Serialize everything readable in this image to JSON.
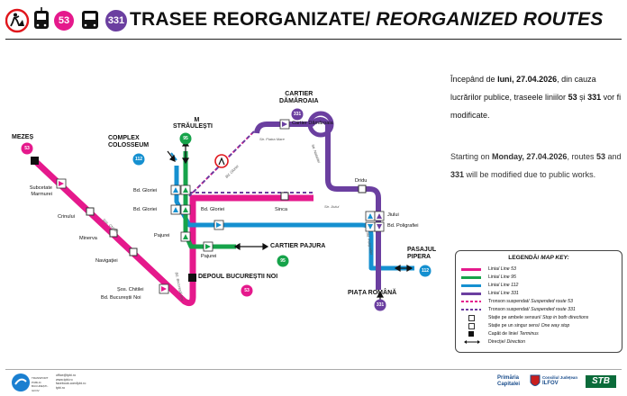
{
  "header": {
    "title_main": "TRASEE REORGANIZATE/",
    "title_italic": "REORGANIZED ROUTES",
    "routes": [
      "53",
      "331"
    ]
  },
  "info": {
    "ro_1": "Începând de",
    "ro_day": "luni",
    "ro_date": ", 27.04.2026",
    "ro_2": ", din cauza lucrărilor publice, traseele liniilor",
    "ro_l1": "53",
    "ro_and": "și",
    "ro_l2": "331",
    "ro_3": "vor fi modificate.",
    "en_1": "Starting on",
    "en_day": "Monday",
    "en_date": ", 27.04.2026",
    "en_2": ", routes",
    "en_l1": "53",
    "en_and": "and",
    "en_l2": "331",
    "en_3": "will be modified due to public works."
  },
  "map": {
    "places": {
      "mezes": "MEZEȘ",
      "m_straulesti_1": "M",
      "m_straulesti_2": "STRĂULEȘTI",
      "complex_1": "COMPLEX",
      "complex_2": "COLOSSEUM",
      "cartier_damaroaia_1": "CARTIER",
      "cartier_damaroaia_2": "DĂMĂROAIA",
      "cartier_pajura": "CARTIER PAJURA",
      "depoul": "DEPOUL BUCUREȘTII NOI",
      "piata_romana": "PIAȚA ROMÂNĂ",
      "pasajul_1": "PASAJUL",
      "pasajul_2": "PIPERA"
    },
    "stops": {
      "subcetate_1": "Subcetate",
      "subcetate_2": "Marmurei",
      "crinului": "Crinului",
      "minerva": "Minerva",
      "navigatiei": "Navigației",
      "sos_chitilei": "Șos. Chitilei",
      "bd_bucurestii_noi": "Bd. Bucureștii Noi",
      "bd_gloriei_a": "Bd. Gloriei",
      "bd_gloriei_b": "Bd. Gloriei",
      "bd_gloriei_c": "Bd. Gloriei",
      "pajurei_a": "Pajurei",
      "pajurei_b": "Pajurei",
      "sinca": "Sinca",
      "dridu": "Dridu",
      "jiului": "Jiului",
      "bd_poligrafiei": "Bd. Poligrafiei",
      "cartier_damaroaia": "Cartier Dămăroaia"
    },
    "streets": {
      "sos_chitilei": "Șos. Chitilei",
      "bd_bucurestii_noi": "Bd. Bucureștii Noi",
      "bd_gloriei": "Bd. Gloriei",
      "str_pietra_mare": "Str. Piatra Mare",
      "str_natalitei": "Str. Natalitei",
      "str_jiului": "Str. Jiului",
      "bd_poligrafiei": "Bd. Poligrafiei"
    },
    "badges": {
      "mezes": "53",
      "straulesti": "95",
      "colosseum": "112",
      "damaroaia": "331",
      "pajura": "95",
      "depoul": "53",
      "piata_romana": "331",
      "pasajul": "112"
    }
  },
  "legend": {
    "title": "LEGENDĂ/",
    "title_italic": "MAP KEY:",
    "items": [
      {
        "ro": "Linia/",
        "en": "Line 53"
      },
      {
        "ro": "Linia/",
        "en": "Line 95"
      },
      {
        "ro": "Linia/",
        "en": "Line 112"
      },
      {
        "ro": "Linia/",
        "en": "Line 331"
      },
      {
        "ro": "Tronson suspendat/",
        "en": "Suspended route 53"
      },
      {
        "ro": "Tronson suspendat/",
        "en": "Suspended route 331"
      },
      {
        "ro": "Stație pe ambele sensuri/",
        "en": "Stop in both directions"
      },
      {
        "ro": "Stație pe un singur sens/",
        "en": "One way stop"
      },
      {
        "ro": "Capăt de linie/",
        "en": "Terminus"
      },
      {
        "ro": "Direcție/",
        "en": "Direction"
      }
    ]
  },
  "colors": {
    "line53": "#e5198c",
    "line95": "#16a34a",
    "line112": "#1590d0",
    "line331": "#6b3fa0",
    "stop_fill": "#ffffff"
  },
  "footer": {
    "contacts": [
      "office@tpbi.ro",
      "www.tpbi.ro",
      "facebook.com/tpbi.ro",
      "tpbi.ro"
    ],
    "logo_tpbi": "TRANSPORT PUBLIC BUCUREȘTI-ILFOV",
    "logo_primaria_1": "Primăria",
    "logo_primaria_2": "Capitalei",
    "logo_consiliu_1": "Consiliul Județean",
    "logo_consiliu_2": "ILFOV",
    "logo_stb": "STB"
  }
}
